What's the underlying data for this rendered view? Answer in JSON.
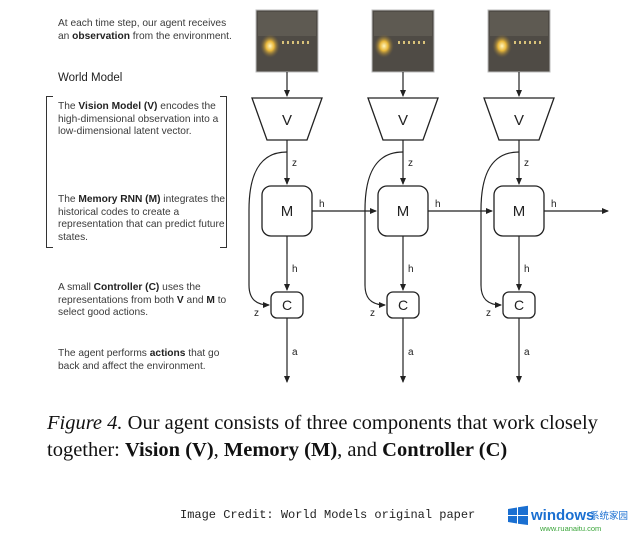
{
  "notes": {
    "observation": {
      "pre": "At each time step, our agent receives an ",
      "bold": "observation",
      "post": " from the environment."
    },
    "world_model_heading": "World Model",
    "vision": {
      "pre": "The ",
      "bold": "Vision Model (V)",
      "post": " encodes the high-dimensional observation into a low-dimensional latent vector."
    },
    "memory": {
      "pre": "The ",
      "bold": "Memory RNN (M)",
      "post": " integrates the historical codes to create a representation that can predict future states."
    },
    "controller": {
      "pre": "A small ",
      "bold": "Controller (C)",
      "mid": " uses the representations from both ",
      "bold2": "V",
      "mid2": " and ",
      "bold3": "M",
      "post": " to select good actions."
    },
    "actions": {
      "pre": "The agent performs ",
      "bold": "actions",
      "post": " that go back and affect the environment."
    }
  },
  "diagram": {
    "vision_label": "V",
    "memory_label": "M",
    "controller_label": "C",
    "latent_label": "z",
    "hidden_label": "h",
    "action_label": "a"
  },
  "caption": {
    "figure": "Figure 4.",
    "t1": " Our agent consists of three components that work closely together: ",
    "vision": "Vision (V)",
    "sep1": ", ",
    "memory": "Memory (M)",
    "sep2": ", and ",
    "controller": "Controller (C)"
  },
  "credit": "Image Credit: World Models original paper",
  "watermark": {
    "main": "windows",
    "cn": "系统家园",
    "site": "www.ruanaitu.com"
  },
  "colors": {
    "watermark_blue": "#1a6fd1",
    "watermark_green": "#3aa53a"
  }
}
